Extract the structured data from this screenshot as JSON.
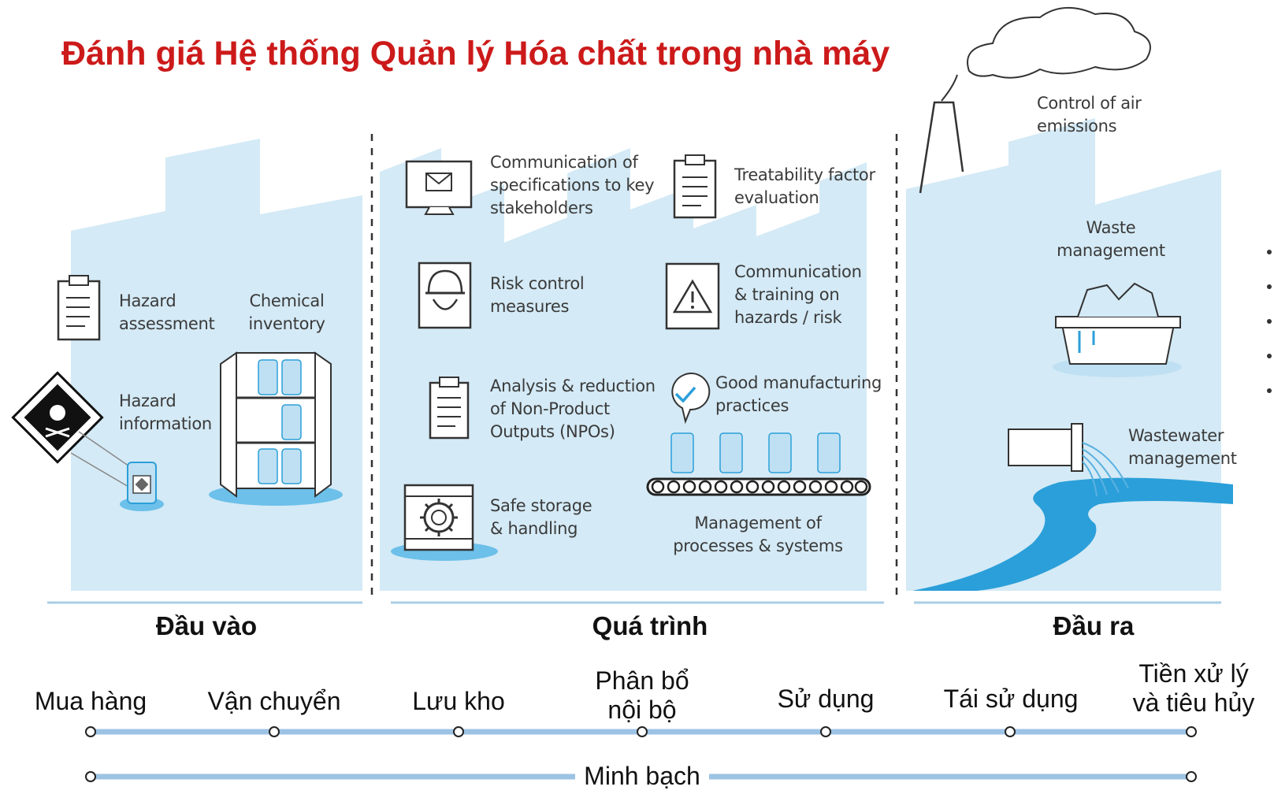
{
  "title": "Đánh giá Hệ thống Quản lý Hóa chất trong nhà máy",
  "colors": {
    "title": "#cc1a1a",
    "building": "#d4eaf6",
    "water": "#2b9fd9",
    "timeline": "#9cc3e4"
  },
  "sections": {
    "input": "Đầu vào",
    "process": "Quá trình",
    "output": "Đầu ra"
  },
  "input_labels": {
    "hazard_assessment": [
      "Hazard",
      "assessment"
    ],
    "chemical_inventory": [
      "Chemical",
      "inventory"
    ],
    "hazard_information": [
      "Hazard",
      "information"
    ]
  },
  "process_labels": {
    "communication_specs": [
      "Communication of",
      "specifications to key",
      "stakeholders"
    ],
    "treatability": [
      "Treatability factor",
      "evaluation"
    ],
    "risk_control": [
      "Risk control",
      "measures"
    ],
    "communication_training": [
      "Communication",
      "& training on",
      "hazards / risk"
    ],
    "npo_analysis": [
      "Analysis & reduction",
      "of Non-Product",
      "Outputs (NPOs)"
    ],
    "gmp": [
      "Good manufacturing",
      "practices"
    ],
    "safe_storage": [
      "Safe storage",
      "& handling"
    ],
    "management_processes": [
      "Management of",
      "processes & systems"
    ]
  },
  "output_labels": {
    "air_emissions": [
      "Control of air",
      "emissions"
    ],
    "waste": [
      "Waste",
      "management"
    ],
    "wastewater": [
      "Wastewater",
      "management"
    ]
  },
  "icons": [
    "clipboard-icon",
    "hazard-diamond-icon",
    "chemical-drum-icon",
    "cabinet-icon",
    "monitor-mail-icon",
    "helmet-icon",
    "warning-triangle-icon",
    "check-bubble-icon",
    "conveyor-icon",
    "gear-storage-icon",
    "chimney-icon",
    "cloud-icon",
    "waste-bin-icon",
    "pipe-icon"
  ],
  "stages": [
    [
      "Mua hàng"
    ],
    [
      "Vận chuyển"
    ],
    [
      "Lưu kho"
    ],
    [
      "Phân bổ",
      "nội bộ"
    ],
    [
      "Sử dụng"
    ],
    [
      "Tái sử dụng"
    ],
    [
      "Tiền xử lý",
      "và tiêu hủy"
    ]
  ],
  "transparency": "Minh bạch"
}
